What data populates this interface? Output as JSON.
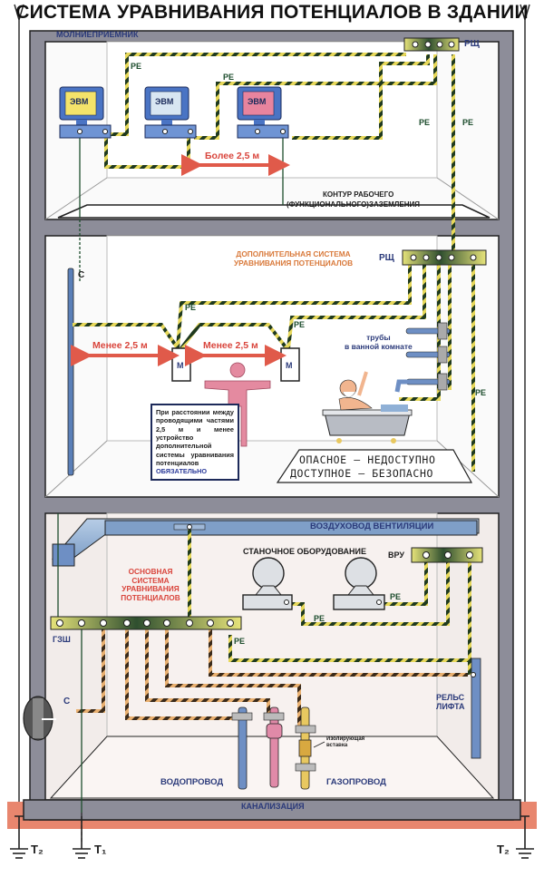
{
  "title": "СИСТЕМА УРАВНИВАНИЯ ПОТЕНЦИАЛОВ В ЗДАНИИ",
  "colors": {
    "wall": "#8d8d99",
    "wall_dark": "#6f6f7c",
    "room_floor": "#eeedf0",
    "pe_yellow": "#e7d85a",
    "pe_dark": "#1f3a1f",
    "busbar_yellow": "#e6e37a",
    "busbar_dark": "#2f4f2f",
    "arrow_red": "#e05a4a",
    "ground_band": "#e8866e",
    "pipe_blue": "#6e8fc4",
    "pipe_pink": "#e08aa8",
    "pipe_gold": "#e8c860",
    "duct_blue": "#8fb0d6",
    "person_pink": "#e48aa0"
  },
  "top_floor": {
    "lightning_label": "МОЛНИЕПРИЕМНИК",
    "panel_label": "РЩ",
    "computers": [
      {
        "label": "ЭВМ",
        "screen_color": "#f4e36a"
      },
      {
        "label": "ЭВМ",
        "screen_color": "#d8e6f2"
      },
      {
        "label": "ЭВМ",
        "screen_color": "#e8849e"
      }
    ],
    "pe_labels": [
      "PE",
      "PE",
      "PE",
      "PE"
    ],
    "distance_label": "Более 2,5 м",
    "ground_loop_label_line1": "КОНТУР РАБОЧЕГО",
    "ground_loop_label_line2": "(ФУНКЦИОНАЛЬНОГО)ЗАЗЕМЛЕНИЯ"
  },
  "middle_floor": {
    "system_label_line1": "ДОПОЛНИТЕЛЬНАЯ СИСТЕМА",
    "system_label_line2": "УРАВНИВАНИЯ ПОТЕНЦИАЛОВ",
    "panel_label": "РЩ",
    "riser_label": "С",
    "pe_labels": [
      "PE",
      "PE",
      "PE"
    ],
    "machine_labels": [
      "М",
      "М"
    ],
    "distance_left": "Менее 2,5 м",
    "distance_right": "Менее 2,5 м",
    "pipes_label_line1": "трубы",
    "pipes_label_line2": "в ванной комнате",
    "note_text": "При расстоянии между проводящими частями 2,5 м и менее устройство дополнительной системы уравнивания потенциалов",
    "note_emphasis": "ОБЯЗАТЕЛЬНО",
    "mat_line1": "ОПАСНОЕ – НЕДОСТУПНО",
    "mat_line2": "ДОСТУПНОЕ – БЕЗОПАСНО"
  },
  "ground_floor": {
    "duct_label": "ВОЗДУХОВОД ВЕНТИЛЯЦИИ",
    "equipment_label": "СТАНОЧНОЕ ОБОРУДОВАНИЕ",
    "input_panel_label": "ВРУ",
    "main_system_label": [
      "ОСНОВНАЯ",
      "СИСТЕМА",
      "УРАВНИВАНИЯ",
      "ПОТЕНЦИАЛОВ"
    ],
    "main_bus_label": "ГЗШ",
    "pe_labels": [
      "PE",
      "PE",
      "PE"
    ],
    "riser_label": "С",
    "elevator_rail_line1": "РЕЛЬС",
    "elevator_rail_line2": "ЛИФТА",
    "water_label": "ВОДОПРОВОД",
    "gas_label": "ГАЗОПРОВОД",
    "insulator_line1": "Изолирующая",
    "insulator_line2": "вставка",
    "sewer_label": "КАНАЛИЗАЦИЯ"
  },
  "grounding": {
    "left_outer": "T₂",
    "left_inner": "T₁",
    "right_outer": "T₂"
  }
}
